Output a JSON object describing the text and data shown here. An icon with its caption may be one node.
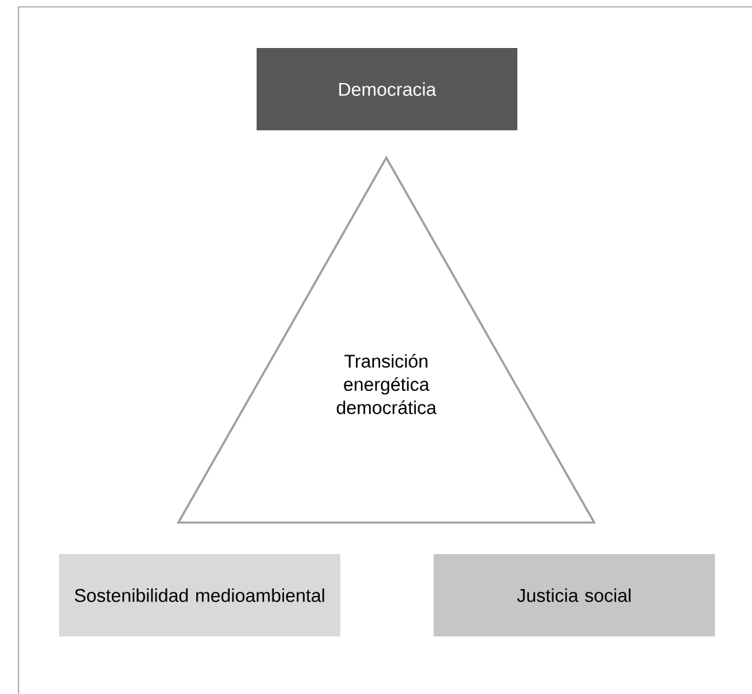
{
  "diagram": {
    "nodes": [
      {
        "text": [
          "Democracia"
        ]
      },
      {
        "text": [
          "Transición energética democrática"
        ]
      },
      {
        "text": [
          "Sostenibilidad medioambiental"
        ]
      },
      {
        "text": [
          "Justicia social"
        ]
      }
    ]
  }
}
